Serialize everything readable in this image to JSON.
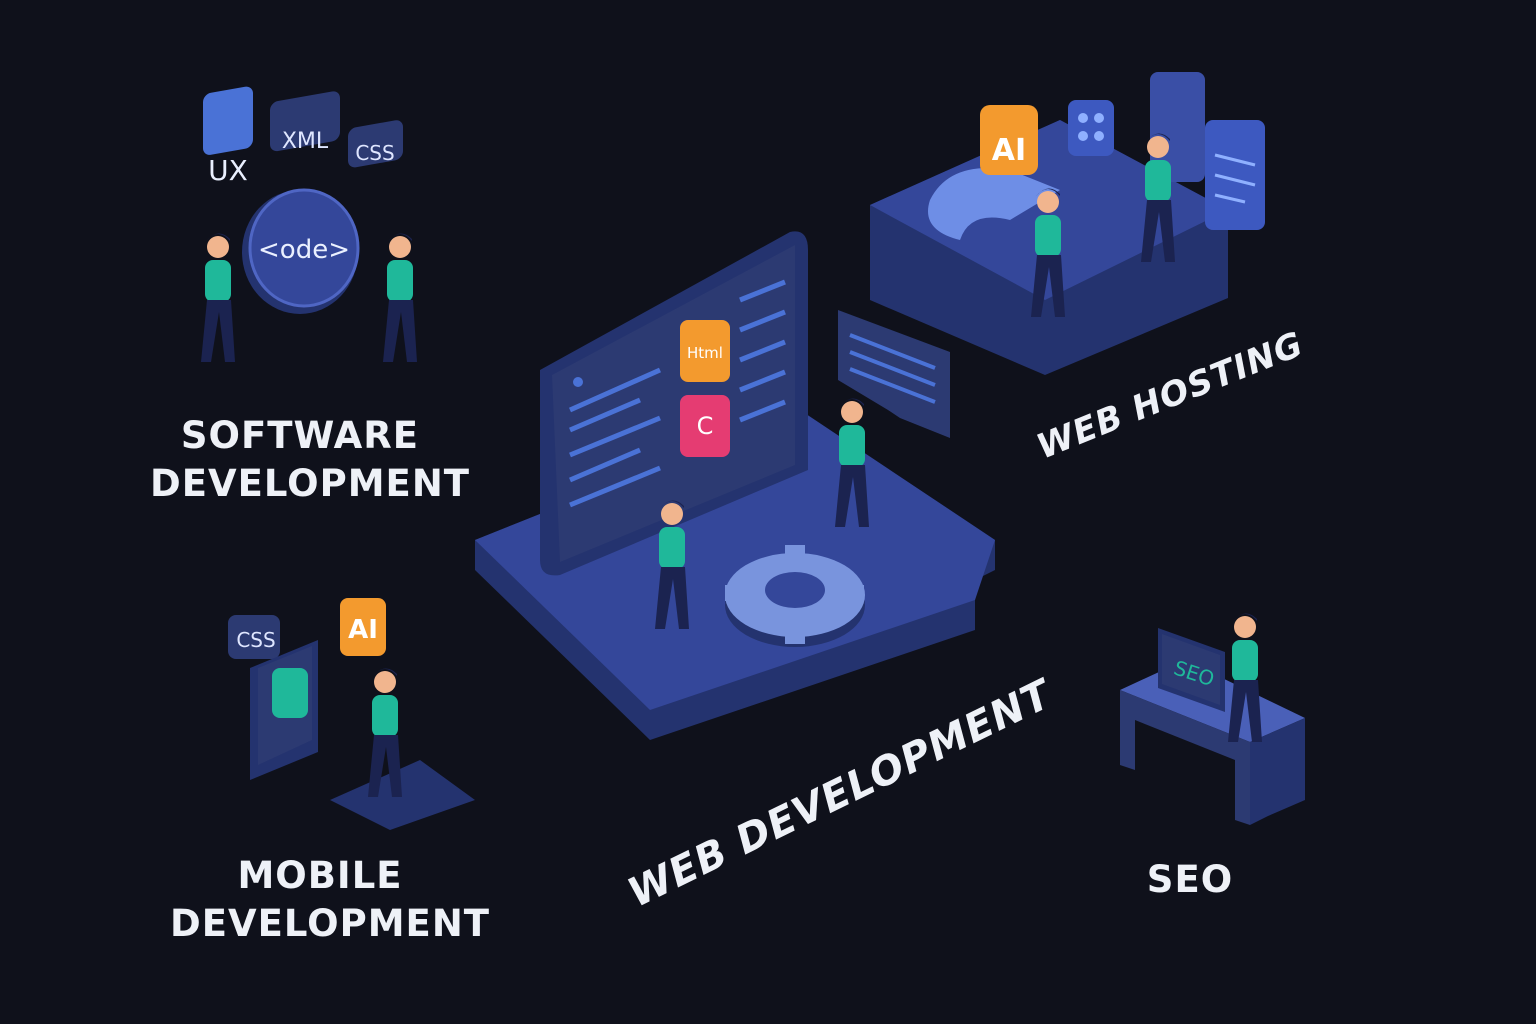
{
  "sections": {
    "software": {
      "line1": "SOFTWARE",
      "line2": "DEVELOPMENT",
      "badges": [
        "UX",
        "XML",
        "CSS"
      ],
      "circle_label": "<ode>"
    },
    "mobile": {
      "line1": "MOBILE",
      "line2": "DEVELOPMENT",
      "badges": [
        "CSS",
        "AI"
      ]
    },
    "web": {
      "title": "WEB DEVELOPMENT",
      "tiles": [
        "Html",
        "C"
      ]
    },
    "hosting": {
      "title": "WEB HOSTING",
      "badge": "AI"
    },
    "seo": {
      "title": "SEO",
      "screen_label": "SEO"
    }
  },
  "colors": {
    "background": "#0f111b",
    "platform": "#34479a",
    "platform_dark": "#24336f",
    "shirt": "#1fb89a",
    "pants": "#1b2350",
    "orange": "#f39a2e",
    "pink": "#e53c72",
    "badge_blue": "#4a72d6",
    "badge_dark": "#2c3a72"
  },
  "icons": [
    "gear-icon",
    "code-circle-icon",
    "ai-badge-icon",
    "grid-app-icon"
  ]
}
